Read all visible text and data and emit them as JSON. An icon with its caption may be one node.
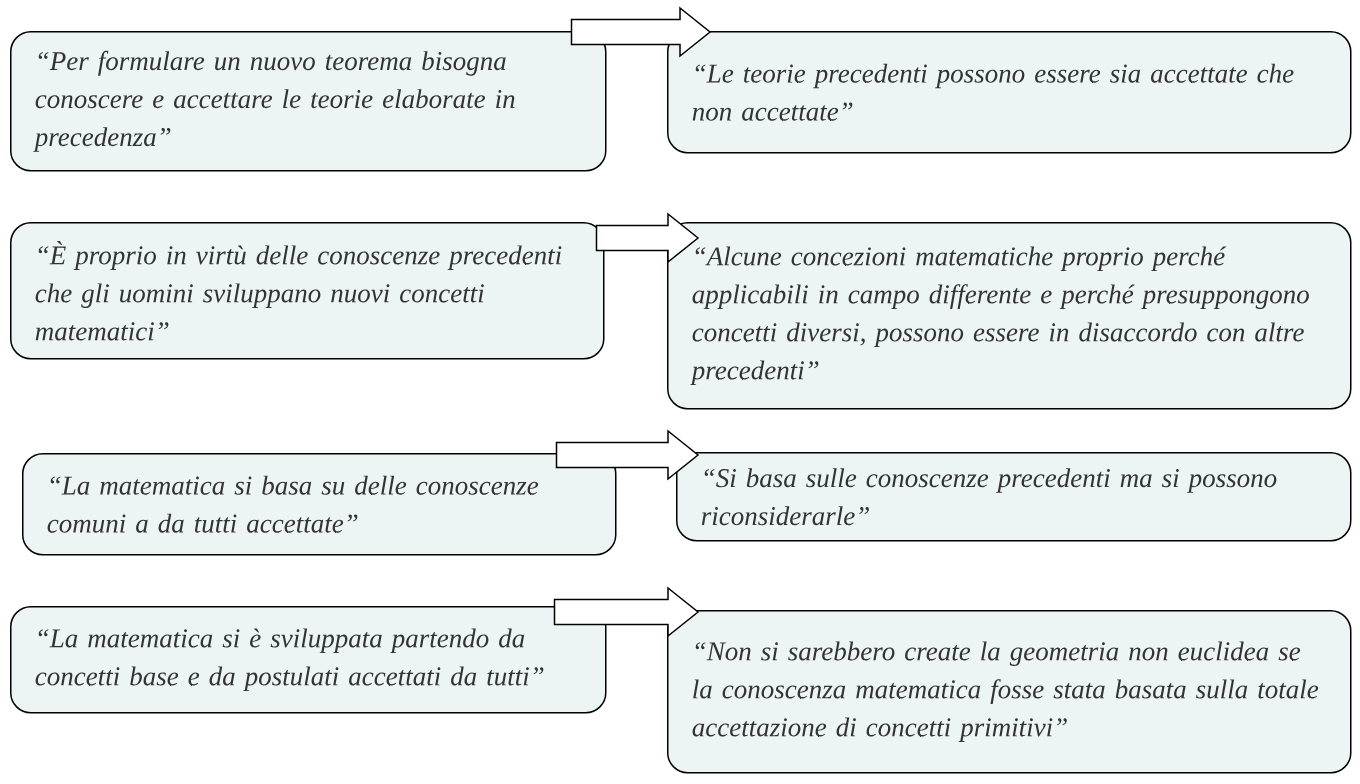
{
  "diagram": {
    "nodes": [
      {
        "text": [
          "“Per formulare un nuovo teorema bisogna conoscere e accettare le teorie elaborate in precedenza”"
        ]
      },
      {
        "text": [
          "“Le teorie precedenti possono essere sia accettate che non accettate”"
        ]
      },
      {
        "text": [
          "“È proprio in virtù delle conoscenze precedenti che gli uomini sviluppano nuovi concetti matematici”"
        ]
      },
      {
        "text": [
          "“Alcune concezioni matematiche proprio perché applicabili in campo differente e perché presuppongono concetti diversi, possono essere in disaccordo con altre precedenti”"
        ]
      },
      {
        "text": [
          "“La matematica si basa su delle conoscenze comuni a da tutti accettate”"
        ]
      },
      {
        "text": [
          "“Si basa sulle conoscenze precedenti ma si possono riconsiderarle”"
        ]
      },
      {
        "text": [
          "“La matematica si è sviluppata partendo da concetti base e da postulati accettati da tutti”"
        ]
      },
      {
        "text": [
          "“Non si sarebbero create la geometria non euclidea se la conoscenza matematica fosse stata basata sulla totale accettazione di concetti primitivi”"
        ]
      }
    ],
    "edges": [
      {
        "from": 0,
        "to": 1,
        "arrow": "to"
      },
      {
        "from": 2,
        "to": 3,
        "arrow": "to"
      },
      {
        "from": 4,
        "to": 5,
        "arrow": "to"
      },
      {
        "from": 6,
        "to": 7,
        "arrow": "to"
      }
    ]
  }
}
